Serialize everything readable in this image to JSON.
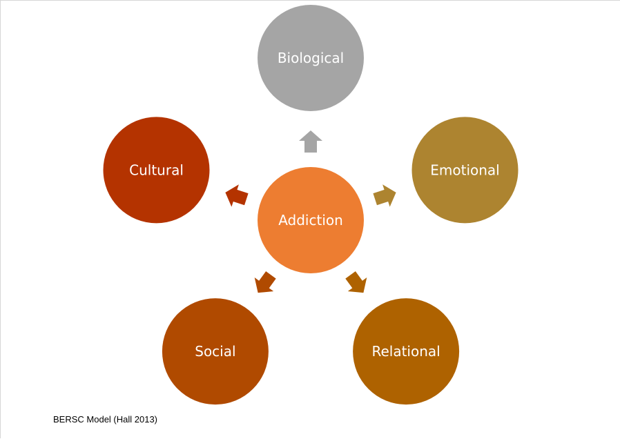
{
  "diagram": {
    "center": {
      "label": "Addiction",
      "color": "#ED7D31"
    },
    "nodes": [
      {
        "id": "biological",
        "label": "Biological",
        "color": "#A5A5A5",
        "arrow_color": "#A5A5A5"
      },
      {
        "id": "emotional",
        "label": "Emotional",
        "color": "#AD8430",
        "arrow_color": "#AD8430"
      },
      {
        "id": "relational",
        "label": "Relational",
        "color": "#AE6200",
        "arrow_color": "#AE6200"
      },
      {
        "id": "social",
        "label": "Social",
        "color": "#B04A00",
        "arrow_color": "#B04A00"
      },
      {
        "id": "cultural",
        "label": "Cultural",
        "color": "#B43300",
        "arrow_color": "#B43300"
      }
    ]
  },
  "caption": "BERSC Model (Hall 2013)"
}
